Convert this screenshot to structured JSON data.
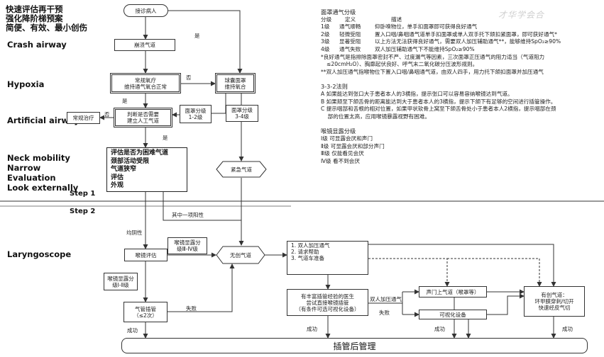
{
  "header": {
    "line1": "快速评估再干预",
    "line2": "强化降阶梯预案",
    "line3": "简便、有效、最小创伤"
  },
  "side_labels": {
    "crash": "Crash airway",
    "hypoxia": "Hypoxia",
    "artificial": "Artificial airway",
    "neck": "Neck mobility",
    "narrow": "Narrow",
    "evaluation": "Evaluation",
    "look": "Look externally",
    "laryngoscope": "Laryngoscope"
  },
  "steps": {
    "step1": "Step 1",
    "step2": "Step 2"
  },
  "watermark": "才华学会合",
  "nodes": {
    "start": "接诊病人",
    "crash": "崩溃气道",
    "conventional": "常规氧疗\n维持通气氧合正常",
    "mask": "球囊面罩\n维持氧合",
    "judge": "判断是否需要\n建立人工气道",
    "routine": "常规治疗",
    "grade12": "面罩分级\n1-2级",
    "grade34": "面罩分级\n3-4级",
    "emergency": "紧急气道",
    "laryngo_eval": "喉镜评估",
    "laryngo_grade": "喉镜显露分\n级Ⅲ-Ⅳ级",
    "laryngo_grade_low": "喉镜显露分\n级Ⅰ-Ⅱ级",
    "intubate": "气管插管\n（≤2次）",
    "noninvasive": "无创气道",
    "list1": "1. 双人加压通气",
    "list2": "2. 请求帮助",
    "list3": "3. 气道车准备",
    "experienced": "有丰富插管经验的医生\n尝试直接喉镜插管\n（有条件可选可视化设备）",
    "supraglottic": "声门上气道（喉罩等）",
    "visual": "可视化设备",
    "surgical": "有创气道：\n环甲膜穿刺/切开\n快速经皮气切",
    "post": "插管后管理"
  },
  "neck_box": {
    "l1": "评估是否为困难气道",
    "l2": "颈部活动受限",
    "l3": "气道狭窄",
    "l4": "评估",
    "l5": "外观"
  },
  "edges": {
    "yes": "是",
    "no": "否",
    "one_positive": "其中一项阳性",
    "all_negative": "均阴性",
    "fail": "失败",
    "success": "成功",
    "two_person": "双人加压通气"
  },
  "right_panel": {
    "title": "面罩通气分级",
    "cols": [
      "分级",
      "定义",
      "描述"
    ],
    "rows": [
      [
        "1级",
        "通气顺畅",
        "仰卧嗅物位，单手扣面罩即可获得良好通气"
      ],
      [
        "2级",
        "轻微受阻",
        "置入口咽/鼻咽通气道单手扣面罩或单人双手托下颌扣紧面罩，即可获好通气*"
      ],
      [
        "3级",
        "显著受阻",
        "以上方法无法获得良好通气，需要双人加压辅助通气**，能够维持SpO₂≥90%"
      ],
      [
        "4级",
        "通气失败",
        "双人加压辅助通气下不能维持SpO₂≥90%"
      ]
    ],
    "notes": [
      "*良好通气是指排除面罩密封不严、过度漏气等因素，三次面罩正压通气的阻力适当（气道阻力",
      "≤20cmH₂O）、胸廓起伏良好、呼气末二氧化碳分压波形规则。",
      "**双人加压通气指喉物位下置入口咽/鼻咽通气道，由双人四手，用力托下颌扣面罩并加压通气"
    ],
    "rule_title": "3-3-2法则",
    "rules": [
      "A  如果能达到张口大于患者本人的3横指，提示张口可以容易容纳喉镜达到气道。",
      "B  如果颏至下颌舌骨的距离能达到大于患者本人的3横指，提示下颌下有足够的空间进行插管操作。",
      "C  提示咽部和舌根的相对位置，如果甲状软骨上窝至下颌舌骨处小于患者本人2横指，提示咽部在颈",
      "    部的位置太高，应用喉镜暴露视野有困难。"
    ],
    "laryngo_title": "喉镜显露分级",
    "laryngo": [
      "Ⅰ级  可显露会厌和声门",
      "Ⅱ级  可显露会厌和部分声门",
      "Ⅲ级  仅能看见会厌",
      "Ⅳ级  看不到会厌"
    ]
  }
}
